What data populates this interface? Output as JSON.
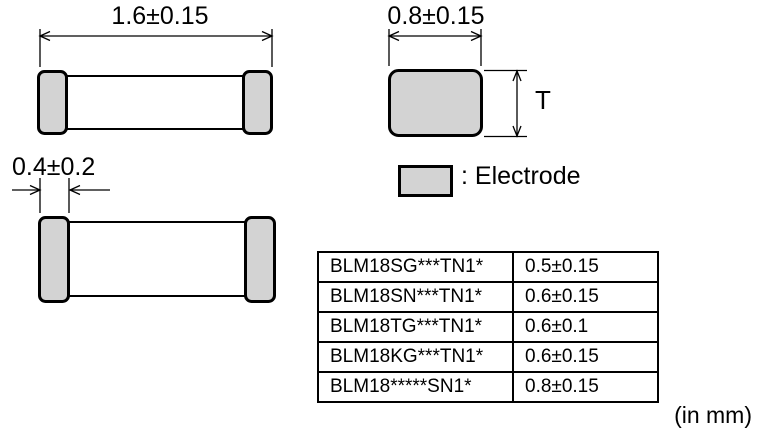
{
  "diagram": {
    "top_view": {
      "length_dimension": "1.6±0.15"
    },
    "end_view": {
      "width_dimension": "0.8±0.15",
      "thickness_symbol": "T"
    },
    "side_view": {
      "electrode_width_dimension": "0.4±0.2"
    },
    "legend": {
      "electrode_label": ": Electrode"
    },
    "unit_note": "(in mm)",
    "colors": {
      "electrode_fill": "#d3d3d3",
      "line_color": "#000000"
    }
  },
  "thickness_table": {
    "rows": [
      {
        "part_number": "BLM18SG***TN1*",
        "thickness": "0.5±0.15"
      },
      {
        "part_number": "BLM18SN***TN1*",
        "thickness": "0.6±0.15"
      },
      {
        "part_number": "BLM18TG***TN1*",
        "thickness": "0.6±0.1"
      },
      {
        "part_number": "BLM18KG***TN1*",
        "thickness": "0.6±0.15"
      },
      {
        "part_number": "BLM18*****SN1*",
        "thickness": "0.8±0.15"
      }
    ]
  }
}
